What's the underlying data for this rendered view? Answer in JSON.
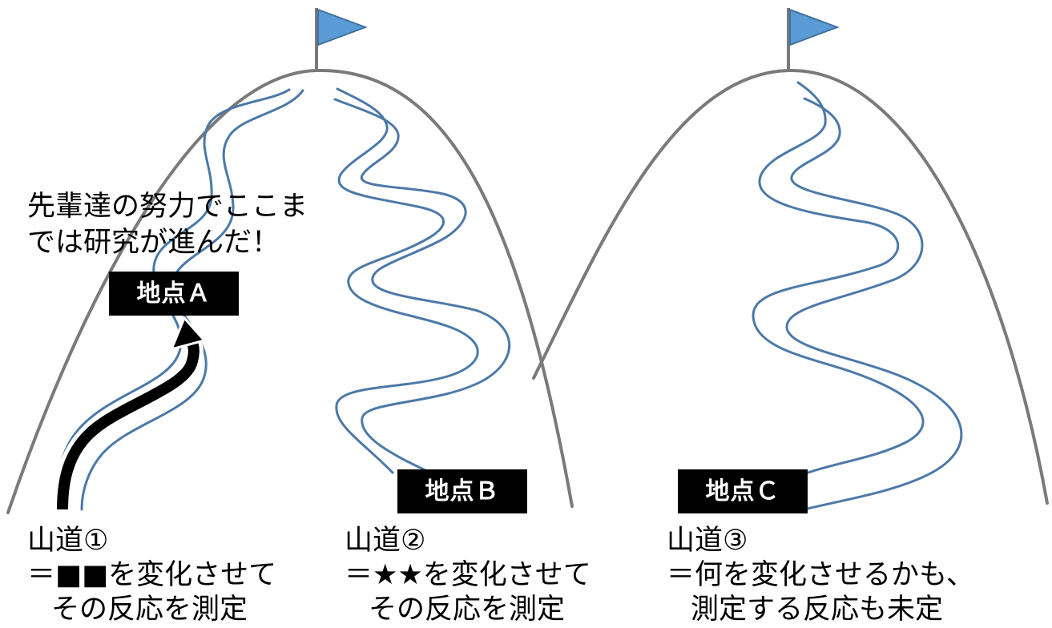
{
  "callout": {
    "line1": "先輩達の努力でここま",
    "line2": "では研究が進んだ！"
  },
  "points": {
    "a": "地点Ａ",
    "b": "地点Ｂ",
    "c": "地点Ｃ"
  },
  "trails": [
    {
      "title": "山道①",
      "line1": "＝■■を変化させて",
      "line2": "その反応を測定"
    },
    {
      "title": "山道②",
      "line1": "＝★★を変化させて",
      "line2": "その反応を測定"
    },
    {
      "title": "山道③",
      "line1": "＝何を変化させるかも、",
      "line2": "測定する反応も未定"
    }
  ],
  "colors": {
    "mountain_outline": "#7a7a7a",
    "trail": "#4c79a8",
    "flag": "#5b9bd5",
    "label_background": "#000000",
    "label_text": "#ffffff",
    "progress_arrow": "#000000"
  },
  "icons": {
    "summit_flag": "flag-icon",
    "progress_arrow": "arrow-up-icon"
  }
}
